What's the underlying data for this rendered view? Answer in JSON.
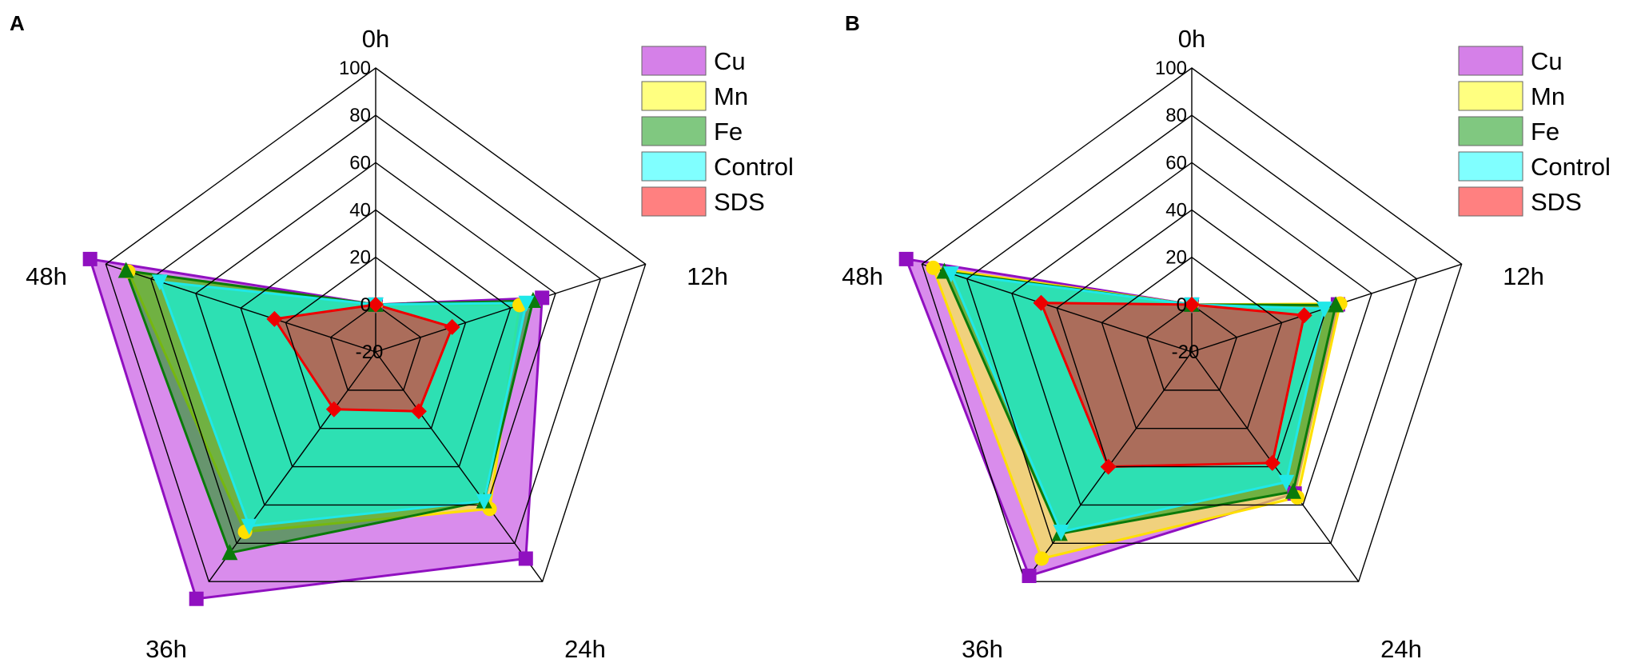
{
  "colors": {
    "Cu": {
      "fill": "#c040e0",
      "stroke": "#9010c0",
      "marker": "#9010c0"
    },
    "Mn": {
      "fill": "#ffff33",
      "stroke": "#ffe000",
      "marker": "#ffe000"
    },
    "Fe": {
      "fill": "#1a9b1a",
      "stroke": "#0a7a0a",
      "marker": "#0a7a0a"
    },
    "Control": {
      "fill": "#00ffff",
      "stroke": "#20e8e8",
      "marker": "#20e8e8"
    },
    "SDS": {
      "fill": "#ff2020",
      "stroke": "#ee0000",
      "marker": "#ee0000"
    }
  },
  "legend_swatch_colors": {
    "Cu": "#d580e8",
    "Mn": "#ffff80",
    "Fe": "#80c880",
    "Control": "#80ffff",
    "SDS": "#ff8080"
  },
  "chart_data": [
    {
      "type": "radar",
      "panel": "A",
      "axes": [
        "0h",
        "12h",
        "24h",
        "36h",
        "48h"
      ],
      "range": [
        -20,
        100
      ],
      "ticks": [
        "-20",
        "0",
        "20",
        "40",
        "60",
        "80",
        "100"
      ],
      "legend": [
        "Cu",
        "Mn",
        "Fe",
        "Control",
        "SDS"
      ],
      "legend_position": "top-right",
      "series": [
        {
          "name": "Cu",
          "marker": "square",
          "values": [
            0,
            54,
            88,
            109,
            107
          ]
        },
        {
          "name": "Mn",
          "marker": "circle",
          "values": [
            0,
            44,
            62,
            74,
            90
          ]
        },
        {
          "name": "Fe",
          "marker": "triangle",
          "values": [
            0,
            50,
            58,
            85,
            91
          ]
        },
        {
          "name": "Control",
          "marker": "tri-down",
          "values": [
            0,
            47,
            58,
            71,
            76
          ]
        },
        {
          "name": "SDS",
          "marker": "diamond",
          "values": [
            0,
            14,
            11,
            10,
            25
          ]
        }
      ]
    },
    {
      "type": "radar",
      "panel": "B",
      "axes": [
        "0h",
        "12h",
        "24h",
        "36h",
        "48h"
      ],
      "range": [
        -20,
        100
      ],
      "ticks": [
        "-20",
        "0",
        "20",
        "40",
        "60",
        "80",
        "100"
      ],
      "legend": [
        "Cu",
        "Mn",
        "Fe",
        "Control",
        "SDS"
      ],
      "legend_position": "top-right",
      "series": [
        {
          "name": "Cu",
          "marker": "square",
          "values": [
            0,
            45,
            54,
            97,
            107
          ]
        },
        {
          "name": "Mn",
          "marker": "circle",
          "values": [
            0,
            46,
            56,
            88,
            95
          ]
        },
        {
          "name": "Fe",
          "marker": "triangle",
          "values": [
            0,
            44,
            53,
            75,
            90
          ]
        },
        {
          "name": "Control",
          "marker": "tri-down",
          "values": [
            0,
            39,
            48,
            74,
            87
          ]
        },
        {
          "name": "SDS",
          "marker": "diamond",
          "values": [
            0,
            30,
            38,
            40,
            47
          ]
        }
      ]
    }
  ]
}
